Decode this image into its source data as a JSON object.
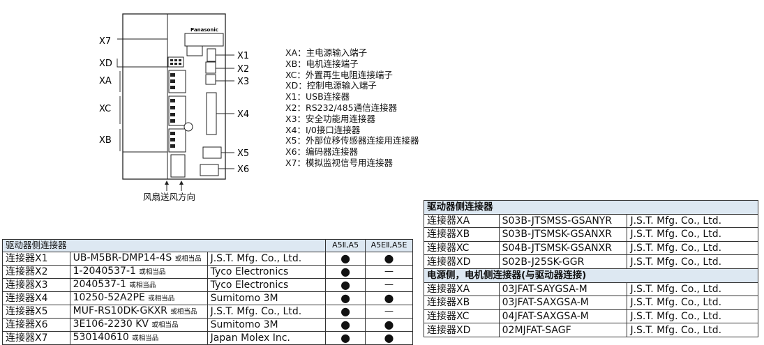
{
  "diagram": {
    "brand": "Panasonic",
    "left_labels": [
      "X7",
      "XD",
      "XA",
      "XC",
      "XB"
    ],
    "right_labels": [
      "X1",
      "X2",
      "X3",
      "X4",
      "X5",
      "X6"
    ],
    "fan_direction": "风扇送风方向"
  },
  "legend": [
    "XA：主电源输入端子",
    "XB：电机连接端子",
    "XC：外置再生电阻连接端子",
    "XD：控制电源输入端子",
    "X1：USB连接器",
    "X2：RS232/485通信连接器",
    "X3：安全功能用连接器",
    "X4：I/0接口连接器",
    "X5：外部位移传感器连接用连接器",
    "X6：编码器连接器",
    "X7：模拟监视信号用连接器"
  ],
  "driver_table": {
    "header": "驱动器侧连接器",
    "col_a": "A5Ⅱ,A5",
    "col_b": "A5EⅡ,A5E",
    "rows": [
      {
        "name": "连接器X1",
        "part": "UB-M5BR-DMP14-4S",
        "note": "或相当品",
        "maker": "J.S.T. Mfg. Co., Ltd.",
        "a": "●",
        "b": "●"
      },
      {
        "name": "连接器X2",
        "part": "1-2040537-1",
        "note": "或相当品",
        "maker": "Tyco Electronics",
        "a": "●",
        "b": "—"
      },
      {
        "name": "连接器X3",
        "part": "2040537-1",
        "note": "或相当品",
        "maker": "Tyco Electronics",
        "a": "●",
        "b": "—"
      },
      {
        "name": "连接器X4",
        "part": "10250-52A2PE",
        "note": "或相当品",
        "maker": "Sumitomo 3M",
        "a": "●",
        "b": "●"
      },
      {
        "name": "连接器X5",
        "part": "MUF-RS10DK-GKXR",
        "note": "或相当品",
        "maker": "J.S.T. Mfg. Co., Ltd.",
        "a": "●",
        "b": "—"
      },
      {
        "name": "连接器X6",
        "part": "3E106-2230 KV",
        "note": "或相当品",
        "maker": "Sumitomo 3M",
        "a": "●",
        "b": "●"
      },
      {
        "name": "连接器X7",
        "part": "530140610",
        "note": "或相当品",
        "maker": "Japan Molex Inc.",
        "a": "●",
        "b": "●"
      }
    ]
  },
  "power_table": {
    "section1": "驱动器侧连接器",
    "rows1": [
      {
        "name": "连接器XA",
        "part": "S03B-JTSMSS-GSANYR",
        "maker": "J.S.T. Mfg. Co., Ltd."
      },
      {
        "name": "连接器XB",
        "part": "S03B-JTSMSK-GSANXR",
        "maker": "J.S.T. Mfg. Co., Ltd."
      },
      {
        "name": "连接器XC",
        "part": "S04B-JTSMSK-GSANXR",
        "maker": "J.S.T. Mfg. Co., Ltd."
      },
      {
        "name": "连接器XD",
        "part": "S02B-J25SK-GGR",
        "maker": "J.S.T. Mfg. Co., Ltd."
      }
    ],
    "section2": "电源侧，电机侧连接器(与驱动器连接)",
    "rows2": [
      {
        "name": "连接器XA",
        "part": "03JFAT-SAYGSA-M",
        "maker": "J.S.T. Mfg. Co., Ltd."
      },
      {
        "name": "连接器XB",
        "part": "03JFAT-SAXGSA-M",
        "maker": "J.S.T. Mfg. Co., Ltd."
      },
      {
        "name": "连接器XC",
        "part": "04JFAT-SAXGSA-M",
        "maker": "J.S.T. Mfg. Co., Ltd."
      },
      {
        "name": "连接器XD",
        "part": "02MJFAT-SAGF",
        "maker": "J.S.T. Mfg. Co., Ltd."
      }
    ]
  }
}
